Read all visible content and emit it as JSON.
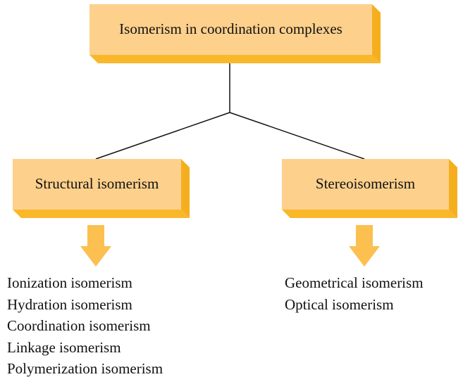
{
  "root": {
    "label": "Isomerism in coordination complexes"
  },
  "branches": [
    {
      "label": "Structural isomerism",
      "items": [
        "Ionization isomerism",
        "Hydration isomerism",
        "Coordination isomerism",
        "Linkage isomerism",
        "Polymerization isomerism"
      ]
    },
    {
      "label": "Stereoisomerism",
      "items": [
        "Geometrical isomerism",
        "Optical isomerism"
      ]
    }
  ],
  "colors": {
    "box_face": "#FDD08C",
    "box_side": "#F5AF1E",
    "box_bottom": "#F9B82A",
    "arrow": "#FBC04F",
    "connector": "#111111"
  }
}
